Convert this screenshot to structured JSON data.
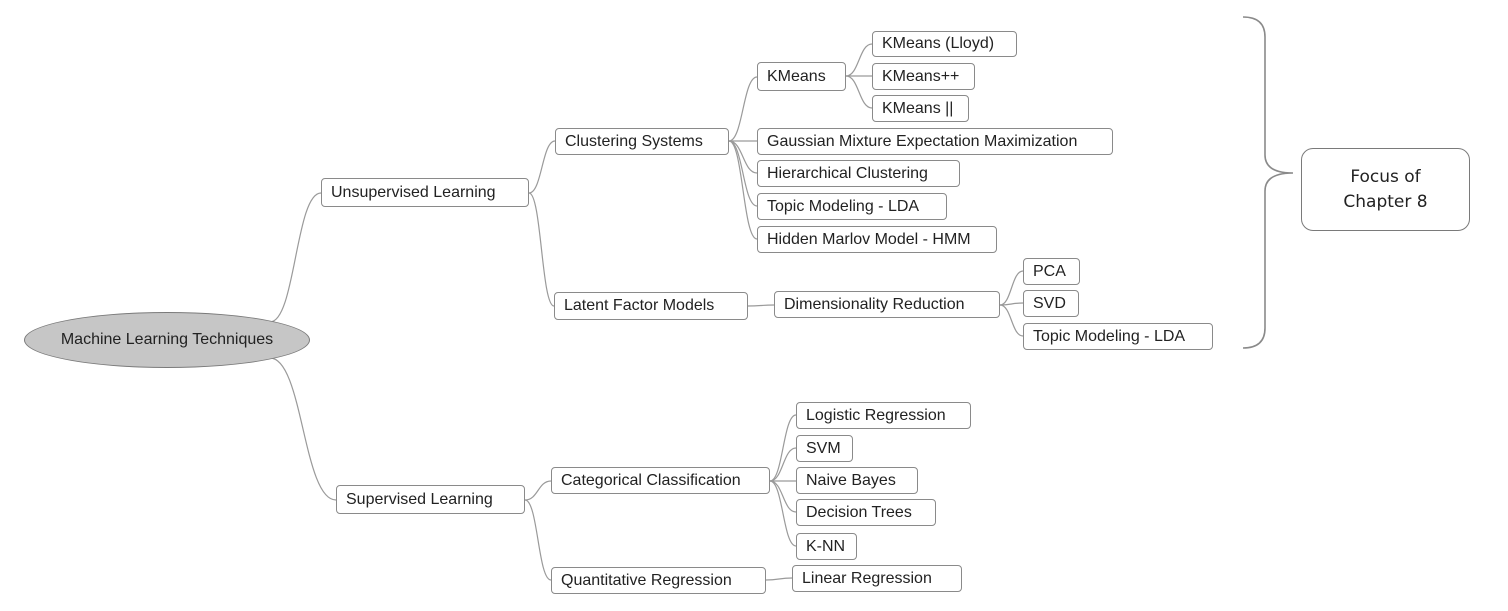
{
  "root": {
    "label": "Machine Learning Techniques"
  },
  "unsupervised": {
    "label": "Unsupervised Learning",
    "clustering": {
      "label": "Clustering Systems",
      "kmeans": {
        "label": "KMeans",
        "variants": [
          "KMeans (Lloyd)",
          "KMeans++",
          "KMeans ||"
        ]
      },
      "others": [
        "Gaussian Mixture Expectation Maximization",
        "Hierarchical Clustering",
        "Topic Modeling - LDA",
        "Hidden Marlov Model - HMM"
      ]
    },
    "latent": {
      "label": "Latent Factor Models",
      "dimred": {
        "label": "Dimensionality Reduction",
        "methods": [
          "PCA",
          "SVD",
          "Topic Modeling - LDA"
        ]
      }
    }
  },
  "supervised": {
    "label": "Supervised Learning",
    "categorical": {
      "label": "Categorical Classification",
      "methods": [
        "Logistic Regression",
        "SVM",
        "Naive Bayes",
        "Decision Trees",
        "K-NN"
      ]
    },
    "quantitative": {
      "label": "Quantitative Regression",
      "methods": [
        "Linear Regression"
      ]
    }
  },
  "focus": {
    "line1": "Focus of",
    "line2": "Chapter 8"
  },
  "colors": {
    "line": "#9a9a9a",
    "border": "#8a8a8a",
    "root_fill": "#c6c6c6"
  }
}
